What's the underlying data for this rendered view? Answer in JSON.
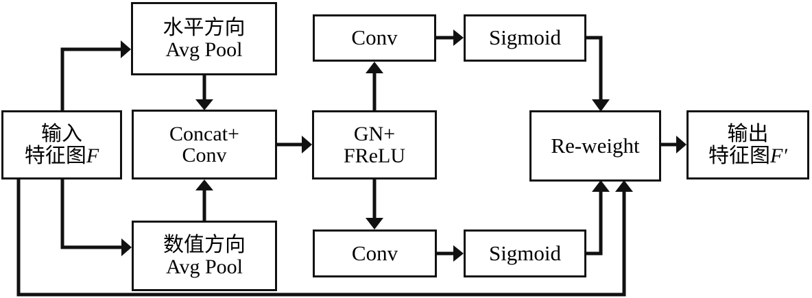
{
  "diagram": {
    "title": "Coordinate attention module block diagram",
    "stroke_color": "#111111",
    "background_color": "#ffffff",
    "nodes": [
      {
        "id": "input",
        "name": "input-feature-map",
        "line1": "输入",
        "line2": "特征图F",
        "line2_plain": "特征图",
        "line2_italic": "F"
      },
      {
        "id": "h-avgpool",
        "name": "horizontal-avg-pool",
        "line1": "水平方向",
        "line2": "Avg Pool"
      },
      {
        "id": "v-avgpool",
        "name": "vertical-avg-pool",
        "line1": "数值方向",
        "line2": "Avg Pool"
      },
      {
        "id": "concat-conv",
        "name": "concat-conv",
        "line1": "Concat+",
        "line2": "Conv"
      },
      {
        "id": "gn-frelu",
        "name": "gn-frelu",
        "line1": "GN+",
        "line2": "FReLU"
      },
      {
        "id": "conv-top",
        "name": "conv-top",
        "line1": "Conv"
      },
      {
        "id": "sigmoid-top",
        "name": "sigmoid-top",
        "line1": "Sigmoid"
      },
      {
        "id": "conv-bottom",
        "name": "conv-bottom",
        "line1": "Conv"
      },
      {
        "id": "sigmoid-bottom",
        "name": "sigmoid-bottom",
        "line1": "Sigmoid"
      },
      {
        "id": "re-weight",
        "name": "re-weight",
        "line1": "Re-weight"
      },
      {
        "id": "output",
        "name": "output-feature-map",
        "line1": "输出",
        "line2": "特征图F′",
        "line2_plain": "特征图",
        "line2_italic": "F′"
      }
    ],
    "edges": [
      {
        "name": "input-to-h-avgpool",
        "from": "input",
        "to": "h-avgpool"
      },
      {
        "name": "input-to-v-avgpool",
        "from": "input",
        "to": "v-avgpool"
      },
      {
        "name": "input-residual-to-re-weight",
        "from": "input",
        "to": "re-weight"
      },
      {
        "name": "h-avgpool-to-concat-conv",
        "from": "h-avgpool",
        "to": "concat-conv"
      },
      {
        "name": "v-avgpool-to-concat-conv",
        "from": "v-avgpool",
        "to": "concat-conv"
      },
      {
        "name": "concat-conv-to-gn-frelu",
        "from": "concat-conv",
        "to": "gn-frelu"
      },
      {
        "name": "gn-frelu-to-conv-top",
        "from": "gn-frelu",
        "to": "conv-top"
      },
      {
        "name": "gn-frelu-to-conv-bottom",
        "from": "gn-frelu",
        "to": "conv-bottom"
      },
      {
        "name": "conv-top-to-sigmoid-top",
        "from": "conv-top",
        "to": "sigmoid-top"
      },
      {
        "name": "conv-bottom-to-sigmoid-bottom",
        "from": "conv-bottom",
        "to": "sigmoid-bottom"
      },
      {
        "name": "sigmoid-top-to-re-weight",
        "from": "sigmoid-top",
        "to": "re-weight"
      },
      {
        "name": "sigmoid-bottom-to-re-weight",
        "from": "sigmoid-bottom",
        "to": "re-weight"
      },
      {
        "name": "re-weight-to-output",
        "from": "re-weight",
        "to": "output"
      }
    ]
  }
}
